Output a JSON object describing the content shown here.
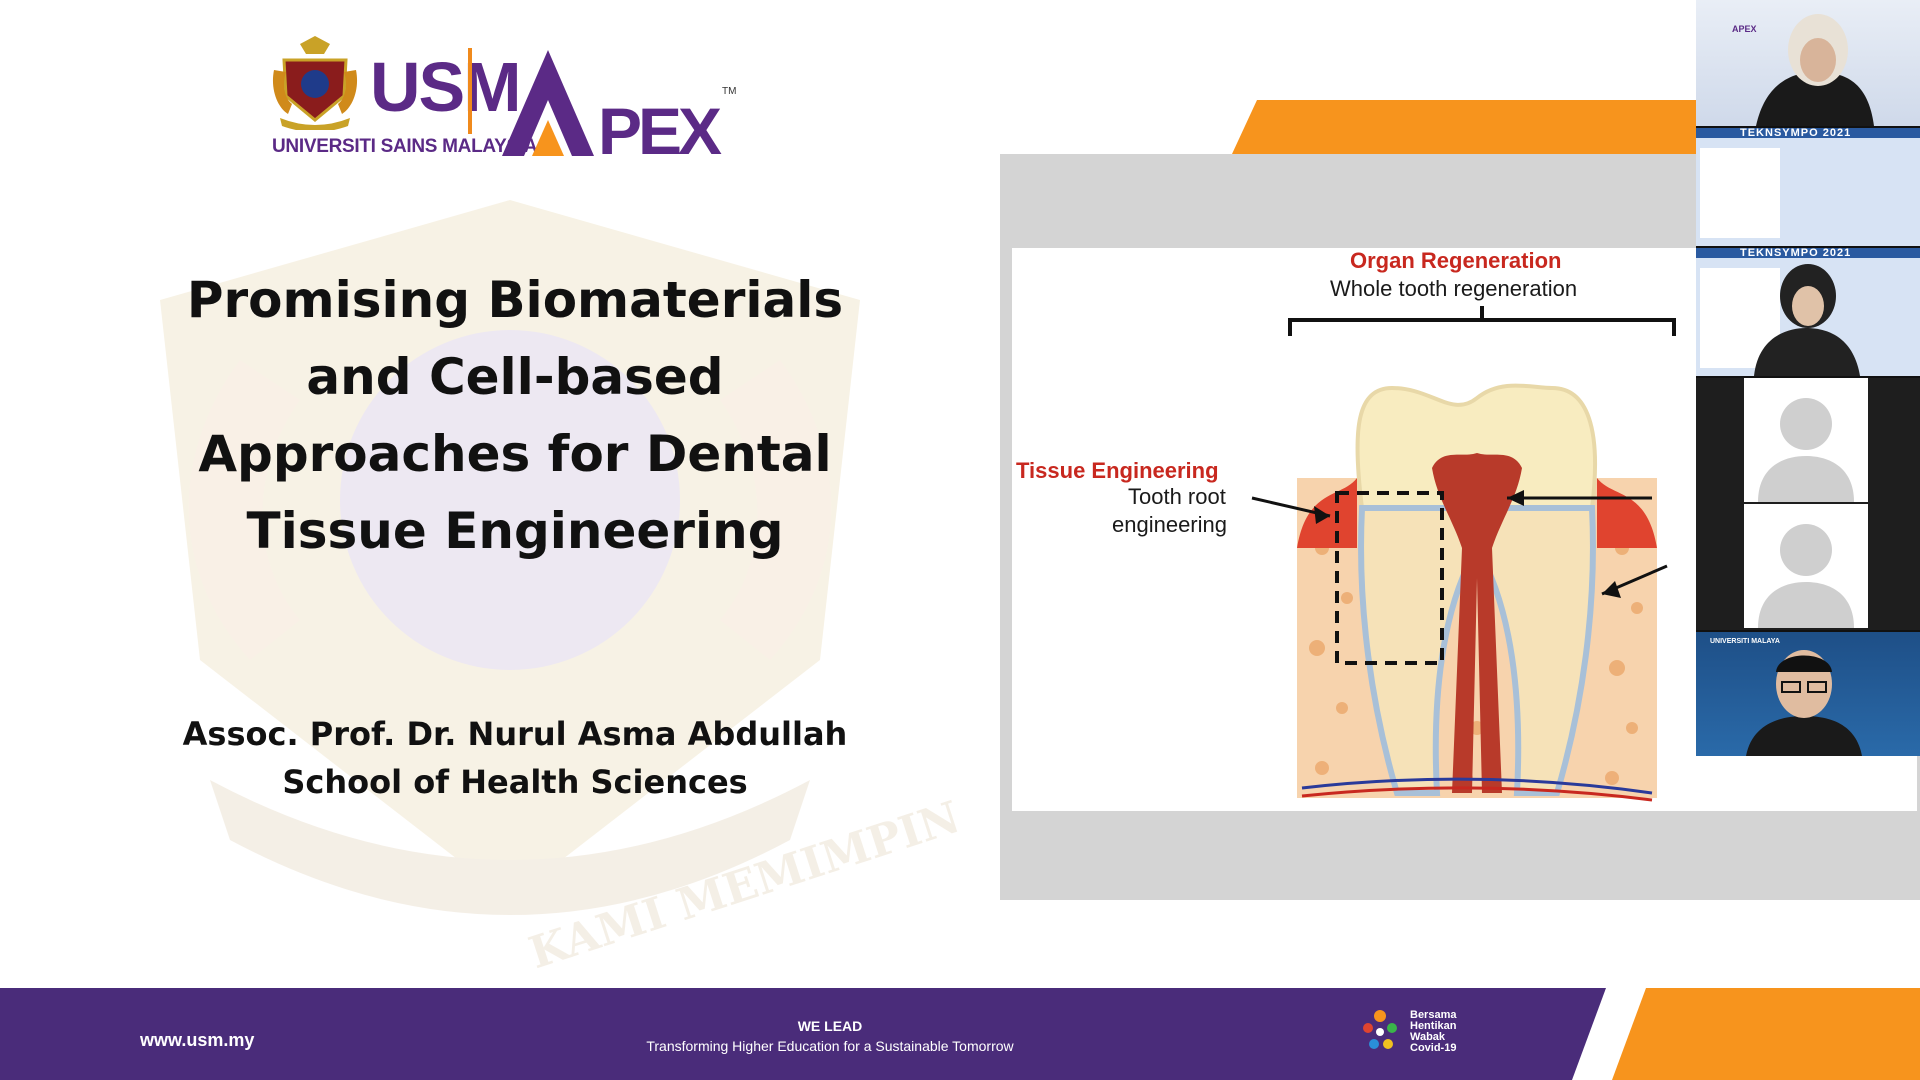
{
  "header": {
    "usm_mark": "USM",
    "usm_name": "UNIVERSITI SAINS MALAYSIA",
    "apex_mark": "APEX",
    "apex_tm": "TM"
  },
  "slide": {
    "title_lines": [
      "Promising Biomaterials",
      "and Cell-based",
      "Approaches for Dental",
      "Tissue Engineering"
    ],
    "presenter": "Assoc. Prof. Dr. Nurul Asma Abdullah",
    "school": "School of Health Sciences",
    "watermark_motto": "KAMI MEMIMPIN"
  },
  "diagram": {
    "organ_title": "Organ Regeneration",
    "organ_subtitle": "Whole tooth regeneration",
    "tissue_title": "Tissue Engineering",
    "tissue_line1": "Tooth root",
    "tissue_line2": "engineering"
  },
  "participants": {
    "tile1_logo": "APEX",
    "tile2_banner": "TEKNSYMPO 2021",
    "tile3_banner": "TEKNSYMPO 2021",
    "tile5_logo": "UNIVERSITI MALAYA"
  },
  "footer": {
    "url": "www.usm.my",
    "we_lead": "WE LEAD",
    "tagline": "Transforming Higher Education for a Sustainable Tomorrow",
    "covid_lines": [
      "Bersama",
      "Hentikan",
      "Wabak",
      "Covid-19"
    ]
  },
  "colors": {
    "purple": "#4a2c7a",
    "orange": "#f7941d",
    "red_label": "#c8281f"
  }
}
